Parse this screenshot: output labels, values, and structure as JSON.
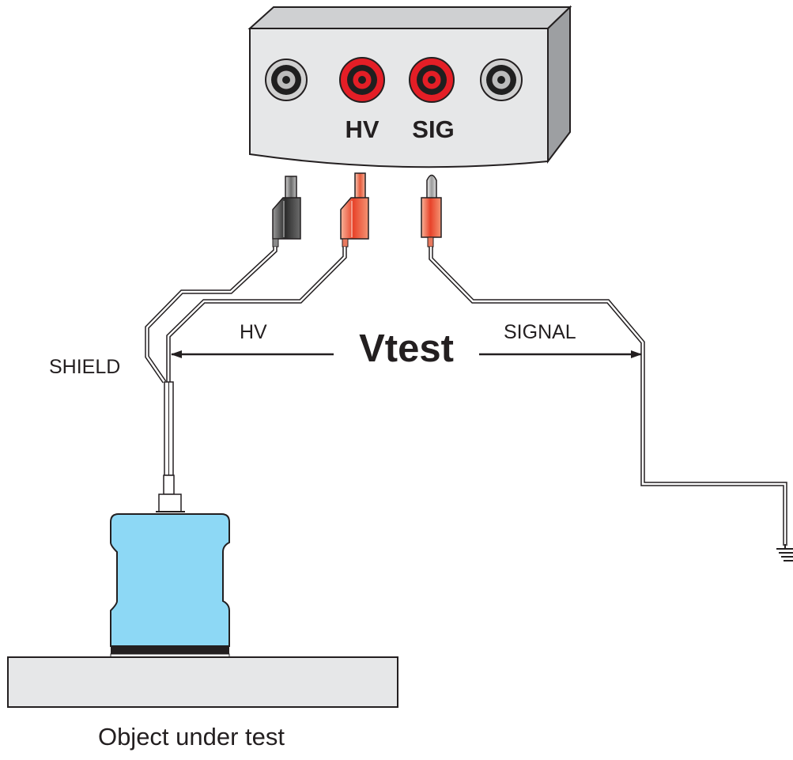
{
  "instrument": {
    "terminals": [
      {
        "id": "shield-terminal",
        "color": "#c8c8c8"
      },
      {
        "id": "hv-terminal",
        "color": "#e41e26",
        "label": "HV"
      },
      {
        "id": "sig-terminal",
        "color": "#e41e26",
        "label": "SIG"
      },
      {
        "id": "ground-terminal",
        "color": "#c8c8c8"
      }
    ],
    "body_color": "#e6e7e8"
  },
  "leads": {
    "shield_color": "#5a5a5a",
    "hv_color": "#f15a3a",
    "signal_color": "#f15a3a"
  },
  "labels": {
    "shield": "SHIELD",
    "hv": "HV",
    "vtest": "Vtest",
    "signal": "SIGNAL",
    "object": "Object under test"
  },
  "object": {
    "color": "#8dd8f5",
    "base_color": "#e6e7e8"
  }
}
